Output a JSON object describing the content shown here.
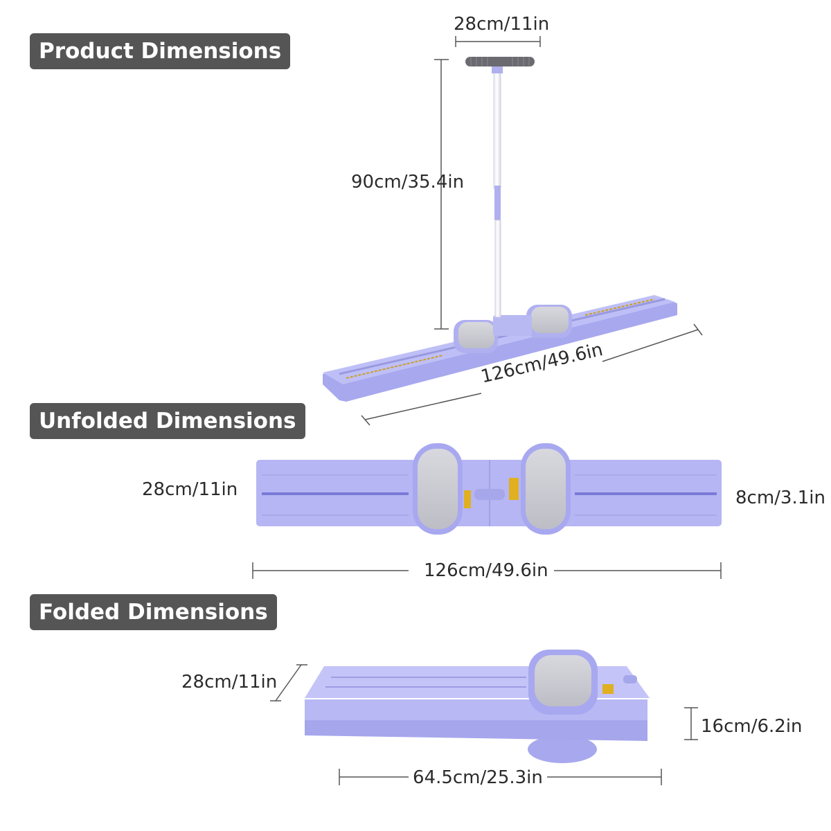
{
  "sections": {
    "product": "Product Dimensions",
    "unfolded": "Unfolded Dimensions",
    "folded": "Folded Dimensions"
  },
  "product_dims": {
    "handle_width": "28cm/11in",
    "height": "90cm/35.4in",
    "length": "126cm/49.6in"
  },
  "unfolded_dims": {
    "width": "28cm/11in",
    "thickness": "8cm/3.1in",
    "length": "126cm/49.6in"
  },
  "folded_dims": {
    "width": "28cm/11in",
    "height": "16cm/6.2in",
    "length": "64.5cm/25.3in"
  },
  "colors": {
    "lavender": "#b3b3f2",
    "lavender_dark": "#9a9ae6",
    "pad": "#c9c9cf",
    "title_bg": "#555555",
    "dimension_line": "#555555"
  }
}
